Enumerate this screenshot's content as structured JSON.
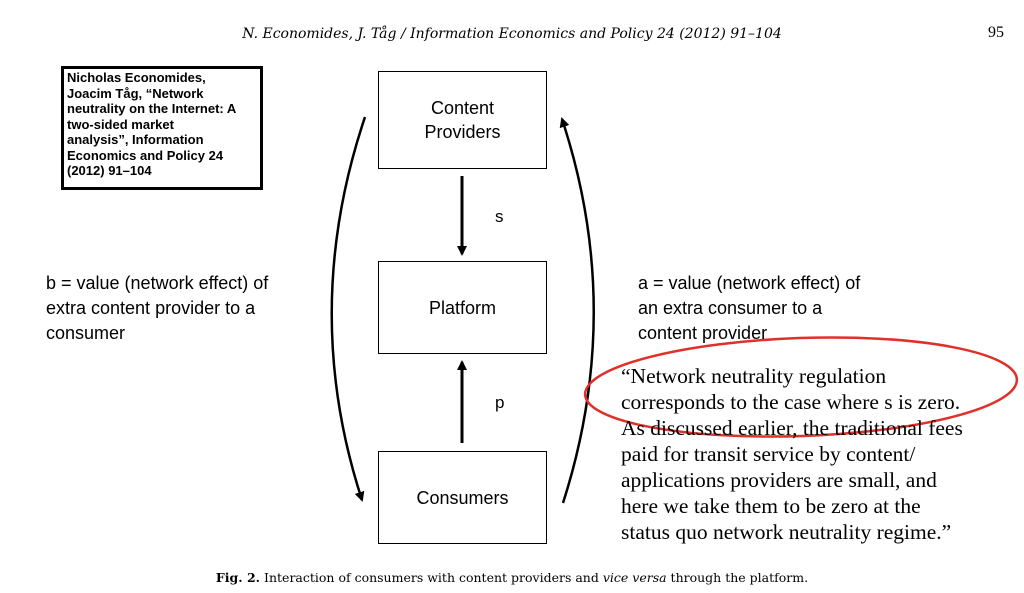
{
  "header": {
    "running_head": "N. Economides, J. Tåg / Information Economics and Policy 24 (2012) 91–104",
    "page_number": "95"
  },
  "citation_box": {
    "lines": [
      "Nicholas Economides,",
      "Joacim Tåg, “Network",
      "neutrality on the Internet: A",
      "two-sided market",
      "analysis”, Information",
      "Economics and Policy 24",
      "(2012) 91–104"
    ]
  },
  "diagram": {
    "nodes": {
      "content_providers": [
        "Content",
        "Providers"
      ],
      "platform": "Platform",
      "consumers": "Consumers"
    },
    "edges": {
      "s": "s",
      "p": "p"
    },
    "annotation_b": [
      "b = value (network effect) of",
      "extra content provider to a",
      "consumer"
    ],
    "annotation_a": [
      "a = value (network effect) of",
      "an extra consumer to a",
      "content provider"
    ]
  },
  "quote": {
    "lines": [
      "“Network neutrality regulation",
      "corresponds to the case where s is zero.",
      "As discussed earlier, the traditional fees",
      "paid for transit service by content/",
      "applications providers are small, and",
      "here we take them to be zero at the",
      "status quo network neutrality regime.”"
    ],
    "highlight_color": "#e0302a"
  },
  "caption": {
    "label": "Fig. 2.",
    "text_before": "Interaction of consumers with content providers and",
    "text_italic": "vice versa",
    "text_after": "through the platform."
  }
}
